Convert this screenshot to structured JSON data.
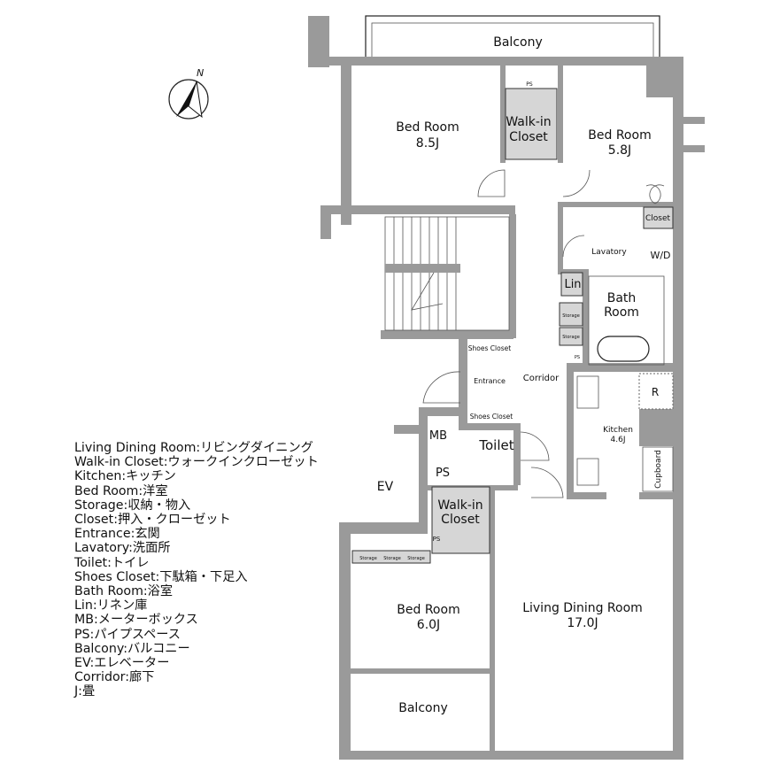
{
  "compass": {
    "north": "N"
  },
  "rooms": {
    "balcony_top": "Balcony",
    "bed_85": {
      "name": "Bed Room",
      "size": "8.5J"
    },
    "walkin_top": {
      "line1": "Walk-in",
      "line2": "Closet"
    },
    "bed_58": {
      "name": "Bed Room",
      "size": "5.8J"
    },
    "ps_top": "PS",
    "closet": "Closet",
    "lavatory": "Lavatory",
    "wd": "W/D",
    "lin": "Lin",
    "bath": {
      "line1": "Bath",
      "line2": "Room"
    },
    "storage_1": "Storage",
    "storage_2": "Storage",
    "ps_bath": "PS",
    "shoes_closet_top": "Shoes Closet",
    "entrance": "Entrance",
    "corridor": "Corridor",
    "shoes_closet_bottom": "Shoes Closet",
    "r": "R",
    "kitchen": {
      "name": "Kitchen",
      "size": "4.6J"
    },
    "cupboard": "Cupboard",
    "mb": "MB",
    "toilet": "Toilet",
    "ps_mid": "PS",
    "ev": "EV",
    "walkin_bottom": {
      "line1": "Walk-in",
      "line2": "Closet"
    },
    "ps_bottom": "PS",
    "storage_row": [
      "Storage",
      "Storage",
      "Storage"
    ],
    "bed_60": {
      "name": "Bed Room",
      "size": "6.0J"
    },
    "living": {
      "name": "Living Dining Room",
      "size": "17.0J"
    },
    "balcony_bottom": "Balcony"
  },
  "legend": [
    "Living Dining Room:リビングダイニング",
    "Walk-in Closet:ウォークインクローゼット",
    "Kitchen:キッチン",
    "Bed Room:洋室",
    "Storage:収納・物入",
    "Closet:押入・クローゼット",
    "Entrance:玄関",
    "Lavatory:洗面所",
    "Toilet:トイレ",
    "Shoes Closet:下駄箱・下足入",
    "Bath Room:浴室",
    "Lin:リネン庫",
    "MB:メーターボックス",
    "PS:パイプスペース",
    "Balcony:バルコニー",
    "EV:エレベーター",
    "Corridor:廊下",
    "J:畳"
  ],
  "colors": {
    "wall": "#9a9a9a",
    "closet_fill": "#d6d6d6"
  }
}
